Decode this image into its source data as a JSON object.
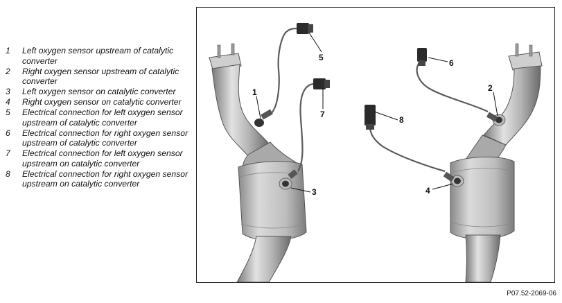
{
  "legend": [
    {
      "num": "1",
      "text": "Left oxygen sensor upstream of catalytic converter"
    },
    {
      "num": "2",
      "text": "Right oxygen sensor upstream of catalytic converter"
    },
    {
      "num": "3",
      "text": "Left oxygen sensor on catalytic converter"
    },
    {
      "num": "4",
      "text": "Right oxygen sensor on catalytic converter"
    },
    {
      "num": "5",
      "text": "Electrical connection for left oxygen sensor upstream of catalytic converter"
    },
    {
      "num": "6",
      "text": "Electrical connection for right oxygen sensor upstream of catalytic converter"
    },
    {
      "num": "7",
      "text": "Electrical connection for left oxygen sensor upstream on catalytic converter"
    },
    {
      "num": "8",
      "text": "Electrical connection for right oxygen sensor upstream on catalytic converter"
    }
  ],
  "callouts": [
    "1",
    "2",
    "3",
    "4",
    "5",
    "6",
    "7",
    "8"
  ],
  "figure_id": "P07.52-2069-06",
  "colors": {
    "metal_light": "#dcdcdc",
    "metal_mid": "#a8a8a8",
    "metal_dark": "#6e6e6e",
    "cable": "#5a5a5a",
    "connector": "#2b2b2b"
  }
}
